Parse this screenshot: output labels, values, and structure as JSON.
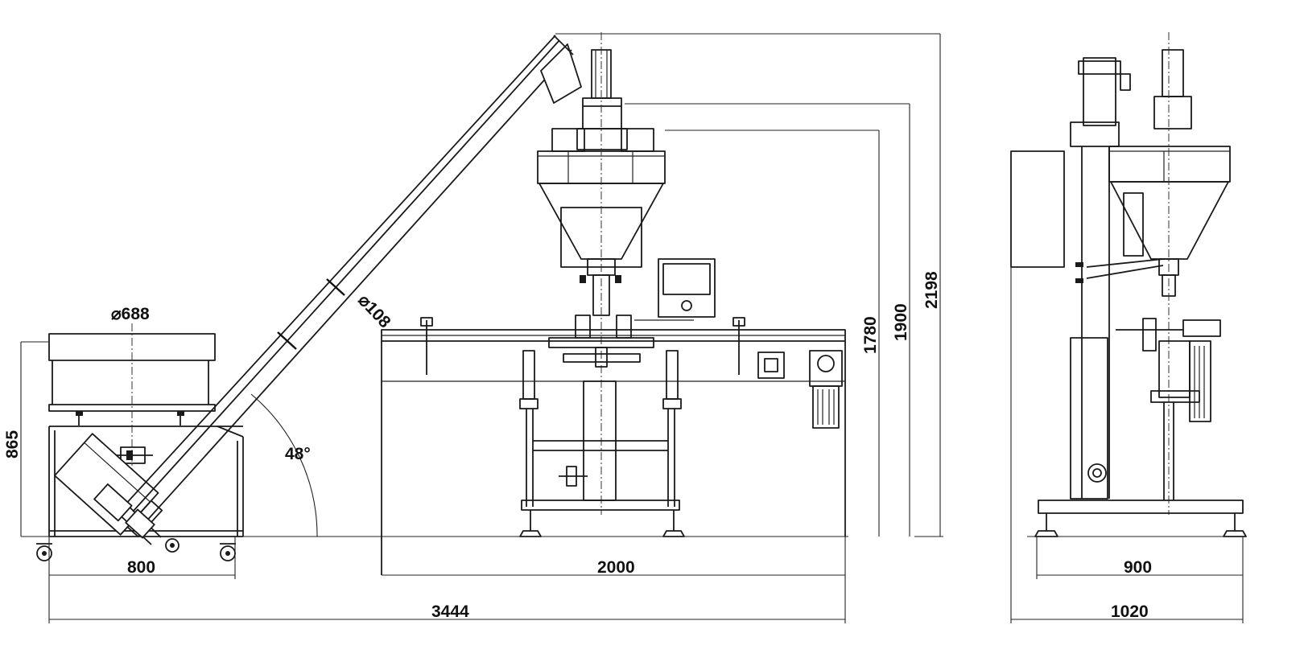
{
  "dimensions": {
    "hopper_diameter": "⌀688",
    "tube_diameter": "⌀108",
    "incline_angle": "48°",
    "height_865": "865",
    "width_800": "800",
    "width_2000": "2000",
    "total_3444": "3444",
    "height_1780": "1780",
    "height_1900": "1900",
    "height_2198": "2198",
    "side_900": "900",
    "side_1020": "1020"
  }
}
